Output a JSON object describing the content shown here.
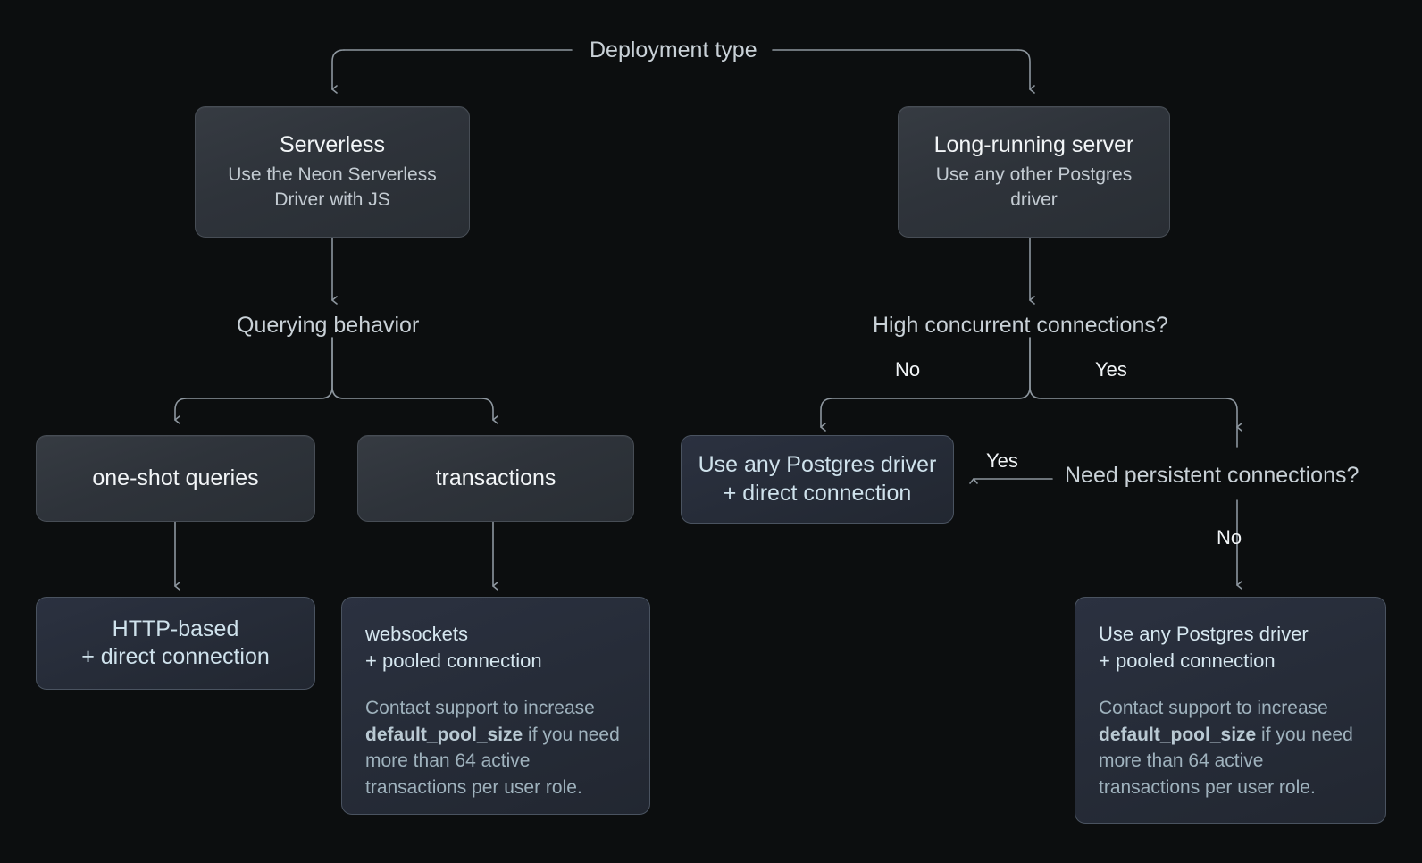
{
  "diagram": {
    "title_label": "Deployment type",
    "decisions": {
      "querying_behavior": "Querying behavior",
      "high_concurrent": "High concurrent connections?",
      "need_persistent": "Need persistent connections?"
    },
    "edge_labels": {
      "hc_no": "No",
      "hc_yes": "Yes",
      "np_yes": "Yes",
      "np_no": "No"
    },
    "nodes": {
      "serverless": {
        "title": "Serverless",
        "subtitle": "Use the Neon Serverless Driver with JS"
      },
      "long_running": {
        "title": "Long-running server",
        "subtitle": "Use any other Postgres driver"
      },
      "one_shot": {
        "title": "one-shot queries"
      },
      "transactions": {
        "title": "transactions"
      },
      "http_direct": {
        "line1": "HTTP-based",
        "line2": "+ direct connection"
      },
      "websockets_pooled": {
        "line1": "websockets",
        "line2": "+ pooled connection",
        "note_a": "Contact support to increase ",
        "note_b": "default_pool_size",
        "note_c": " if you need more than 64 active transactions per user role."
      },
      "pg_direct": {
        "line1": "Use any Postgres driver",
        "line2": "+ direct connection"
      },
      "pg_pooled": {
        "line1": "Use any Postgres driver",
        "line2": "+ pooled connection",
        "note_a": "Contact support to increase ",
        "note_b": "default_pool_size",
        "note_c": " if you need more than 64 active transactions per user role."
      }
    },
    "colors": {
      "background": "#0c0e0f",
      "node_grey": "#2e333a",
      "node_blue": "#262c38",
      "border": "#4a5360",
      "wire": "#8d969e",
      "text_primary": "#f2f5f7",
      "text_secondary": "#c3cbd2",
      "text_blue": "#cfe2ec"
    }
  }
}
